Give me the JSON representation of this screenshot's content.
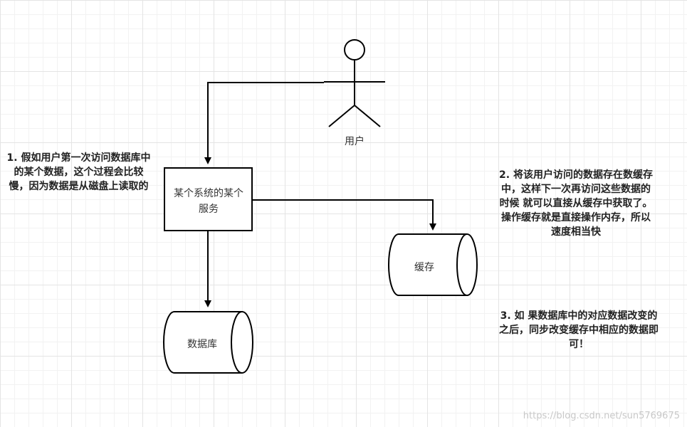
{
  "user": {
    "label": "用户"
  },
  "service": {
    "label": "某个系统的某个服务"
  },
  "cache": {
    "label": "缓存"
  },
  "database": {
    "label": "数据库"
  },
  "notes": {
    "step1": "1. 假如用户第一次访问数据库中的某个数据，这个过程会比较慢，因为数据是从磁盘上读取的",
    "step2": "2. 将该用户访问的数据存在数缓存中，这样下一次再访问这些数据的时候 就可以直接从缓存中获取了。操作缓存就是直接操作内存，所以速度相当快",
    "step3": "3. 如 果数据库中的对应数据改变的之后，同步改变缓存中相应的数据即可！"
  },
  "watermark": "https://blog.csdn.net/sun5769675",
  "colors": {
    "stroke": "#000000",
    "text": "#333333",
    "watermark": "#c8c8c8"
  }
}
